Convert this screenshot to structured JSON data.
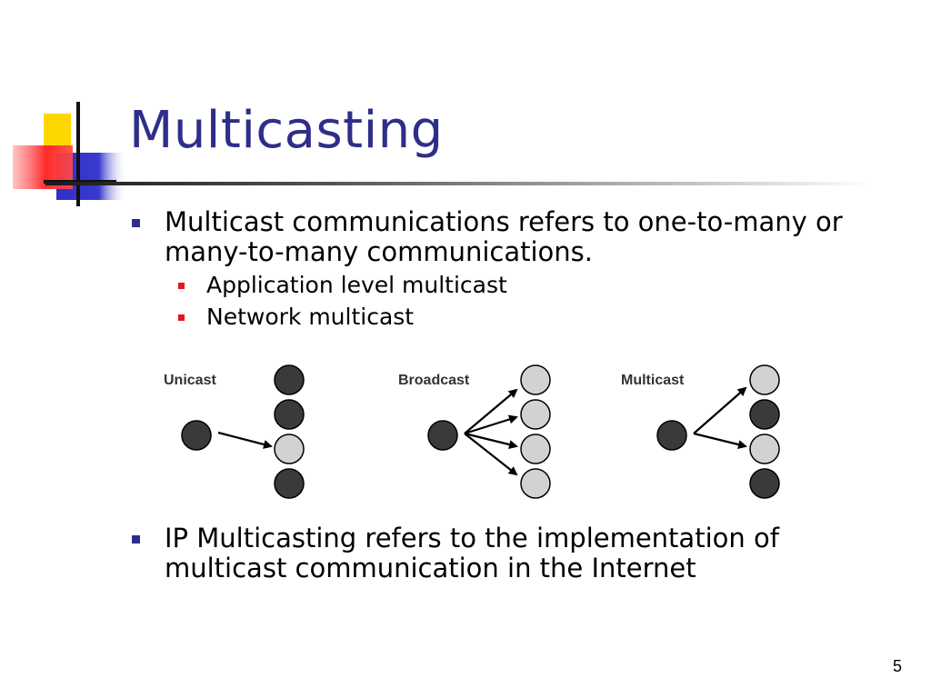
{
  "slide": {
    "title": "Multicasting",
    "page_number": "5"
  },
  "bullets": [
    {
      "text": "Multicast communications refers to one-to-many or many-to-many communications.",
      "sub": [
        "Application level multicast",
        "Network multicast"
      ]
    },
    {
      "text": "IP Multicasting refers to the implementation of multicast communication in the Internet"
    }
  ],
  "diagram": {
    "panels": [
      {
        "label": "Unicast"
      },
      {
        "label": "Broadcast"
      },
      {
        "label": "Multicast"
      }
    ]
  },
  "colors": {
    "title": "#2e2e8a",
    "bullet_level1": "#2e2e8a",
    "bullet_level2": "#e8141e",
    "node_dark": "#3a3a3a",
    "node_light": "#d2d2d2"
  }
}
